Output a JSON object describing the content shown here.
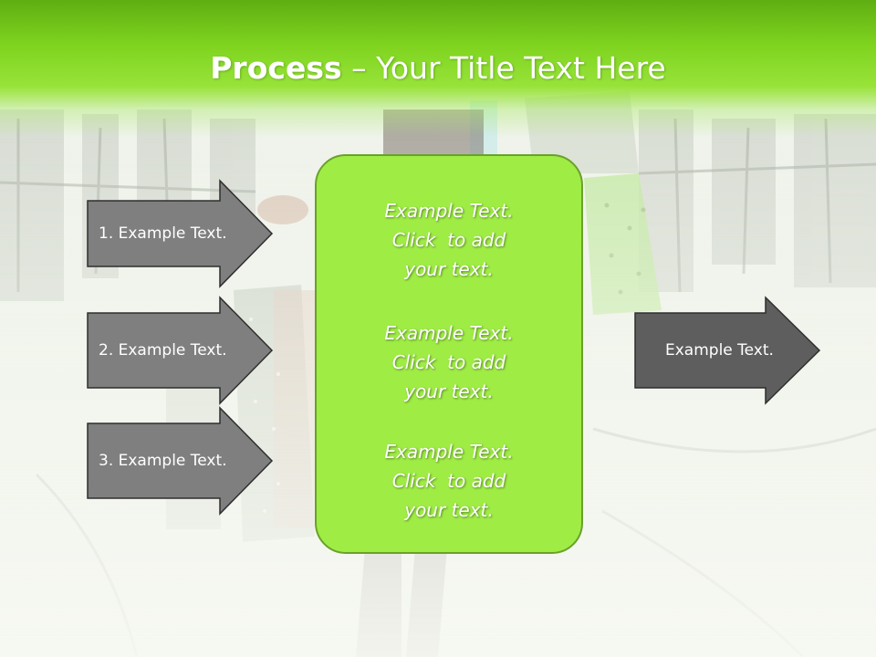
{
  "slide": {
    "title_bold": "Process",
    "title_rest": " – Your Title Text Here",
    "center_blocks": [
      {
        "line1": "Example Text.",
        "line2": "Click  to add",
        "line3": "your text."
      },
      {
        "line1": "Example Text.",
        "line2": "Click  to add",
        "line3": "your text."
      },
      {
        "line1": "Example Text.",
        "line2": "Click  to add",
        "line3": "your text."
      }
    ],
    "left_arrows": [
      {
        "label": "1. Example Text."
      },
      {
        "label": "2. Example Text."
      },
      {
        "label": "3. Example Text."
      }
    ],
    "right_arrow": {
      "label": "Example Text."
    }
  },
  "colors": {
    "title_band": "#7fd41f",
    "center_box_fill": "#9fec45",
    "center_box_border": "#6aa12a",
    "left_arrow_fill": "#7f7f7f",
    "right_arrow_fill": "#5e5e5e",
    "text": "#ffffff"
  }
}
